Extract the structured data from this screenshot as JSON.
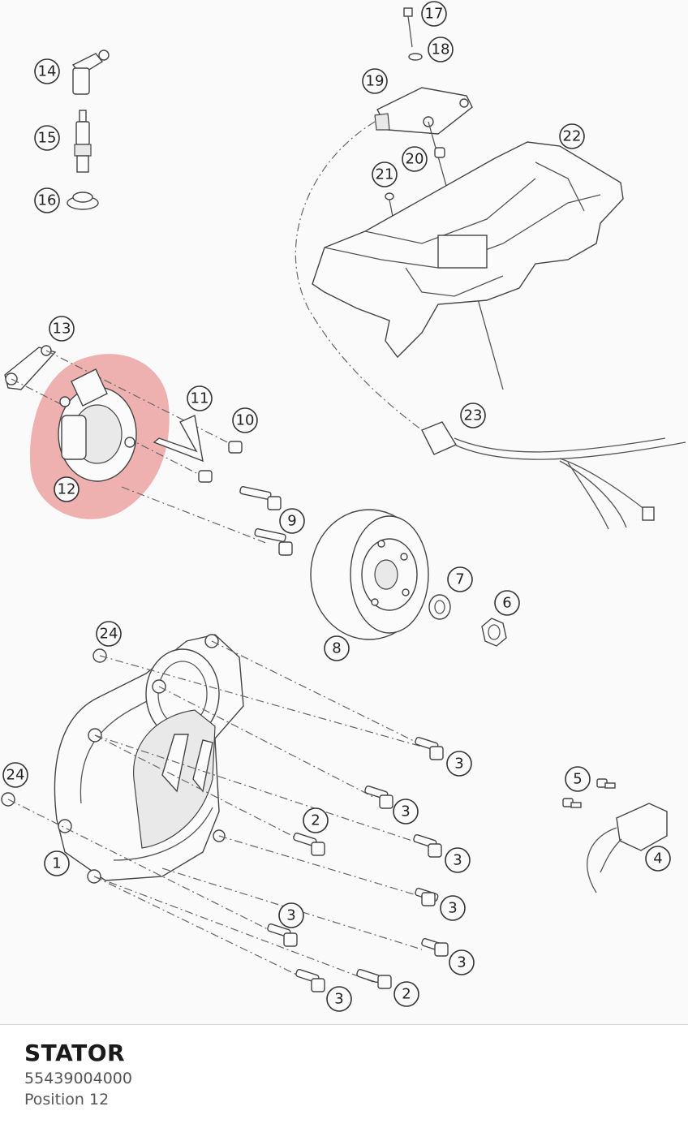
{
  "callouts": [
    "1",
    "2",
    "2",
    "3",
    "3",
    "3",
    "3",
    "3",
    "3",
    "3",
    "4",
    "5",
    "6",
    "7",
    "8",
    "9",
    "10",
    "11",
    "12",
    "13",
    "14",
    "15",
    "16",
    "17",
    "18",
    "19",
    "20",
    "21",
    "22",
    "23",
    "24",
    "24"
  ],
  "highlight": {
    "color": "#e57373"
  },
  "selected": {
    "name": "STATOR",
    "number": "55439004000",
    "position": "Position 12"
  }
}
